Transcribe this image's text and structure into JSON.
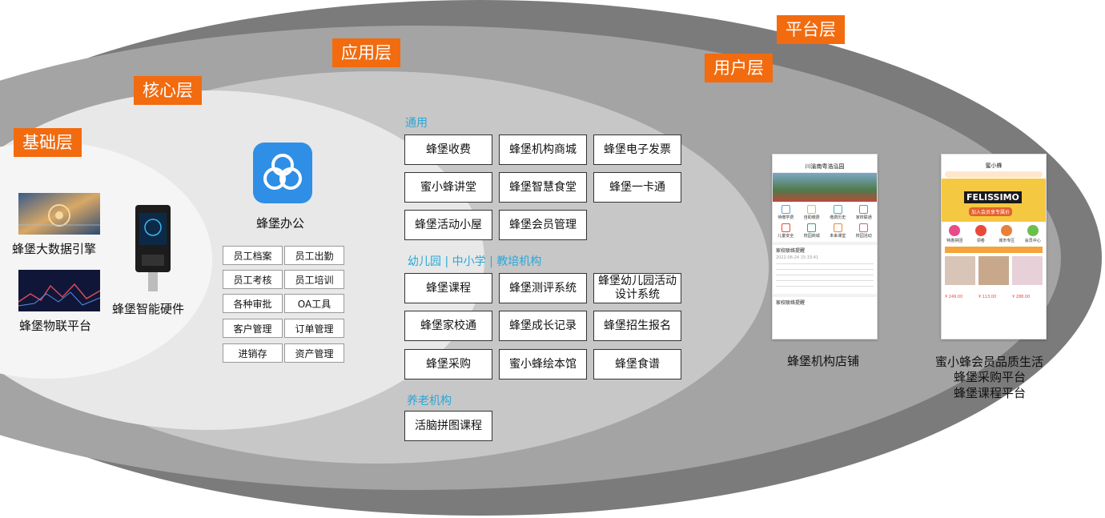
{
  "layers": {
    "platform": "平台层",
    "user": "用户层",
    "application": "应用层",
    "core": "核心层",
    "foundation": "基础层"
  },
  "foundation": {
    "bigdata": "蜂堡大数据引擎",
    "iot": "蜂堡物联平台",
    "hardware": "蜂堡智能硬件"
  },
  "core": {
    "app_name": "蜂堡办公",
    "modules": [
      "员工档案",
      "员工出勤",
      "员工考核",
      "员工培训",
      "各种审批",
      "OA工具",
      "客户管理",
      "订单管理",
      "进销存",
      "资产管理"
    ]
  },
  "application": {
    "general_title": "通用",
    "general": [
      "蜂堡收费",
      "蜂堡机构商城",
      "蜂堡电子发票",
      "蜜小蜂讲堂",
      "蜂堡智慧食堂",
      "蜂堡一卡通",
      "蜂堡活动小屋",
      "蜂堡会员管理"
    ],
    "edu_title": "幼儿园 | 中小学 | 教培机构",
    "edu": [
      "蜂堡课程",
      "蜂堡测评系统",
      "蜂堡幼儿园活动设计系统",
      "蜂堡家校通",
      "蜂堡成长记录",
      "蜂堡招生报名",
      "蜂堡采购",
      "蜜小蜂绘本馆",
      "蜂堡食谱"
    ],
    "elder_title": "养老机构",
    "elder": [
      "活脑拼图课程"
    ]
  },
  "user": {
    "store_label": "蜂堡机构店铺",
    "phone1_title": "川渝南粤浩泓园",
    "phone1_icons": [
      "待缴学费",
      "自助缴费",
      "缴费历史",
      "家校联通",
      "儿童安全",
      "校园商城",
      "未来课堂",
      "校园活动"
    ],
    "phone1_notice": "家校联络提醒",
    "phone1_time": "2022-06-24 15:33:41"
  },
  "platform": {
    "labels": [
      "蜜小蜂会员品质生活",
      "蜂堡采购平台",
      "蜂堡课程平台"
    ],
    "phone2_title": "蜜小蜂",
    "phone2_banner": "FELISSIMO",
    "phone2_join": "加入会员享专属价",
    "phone2_icons": [
      "特惠拼团",
      "领卷",
      "城市专区",
      "会员中心"
    ],
    "phone2_prices": [
      "¥ 249.00",
      "¥ 113.00",
      "¥ 288.00"
    ]
  }
}
